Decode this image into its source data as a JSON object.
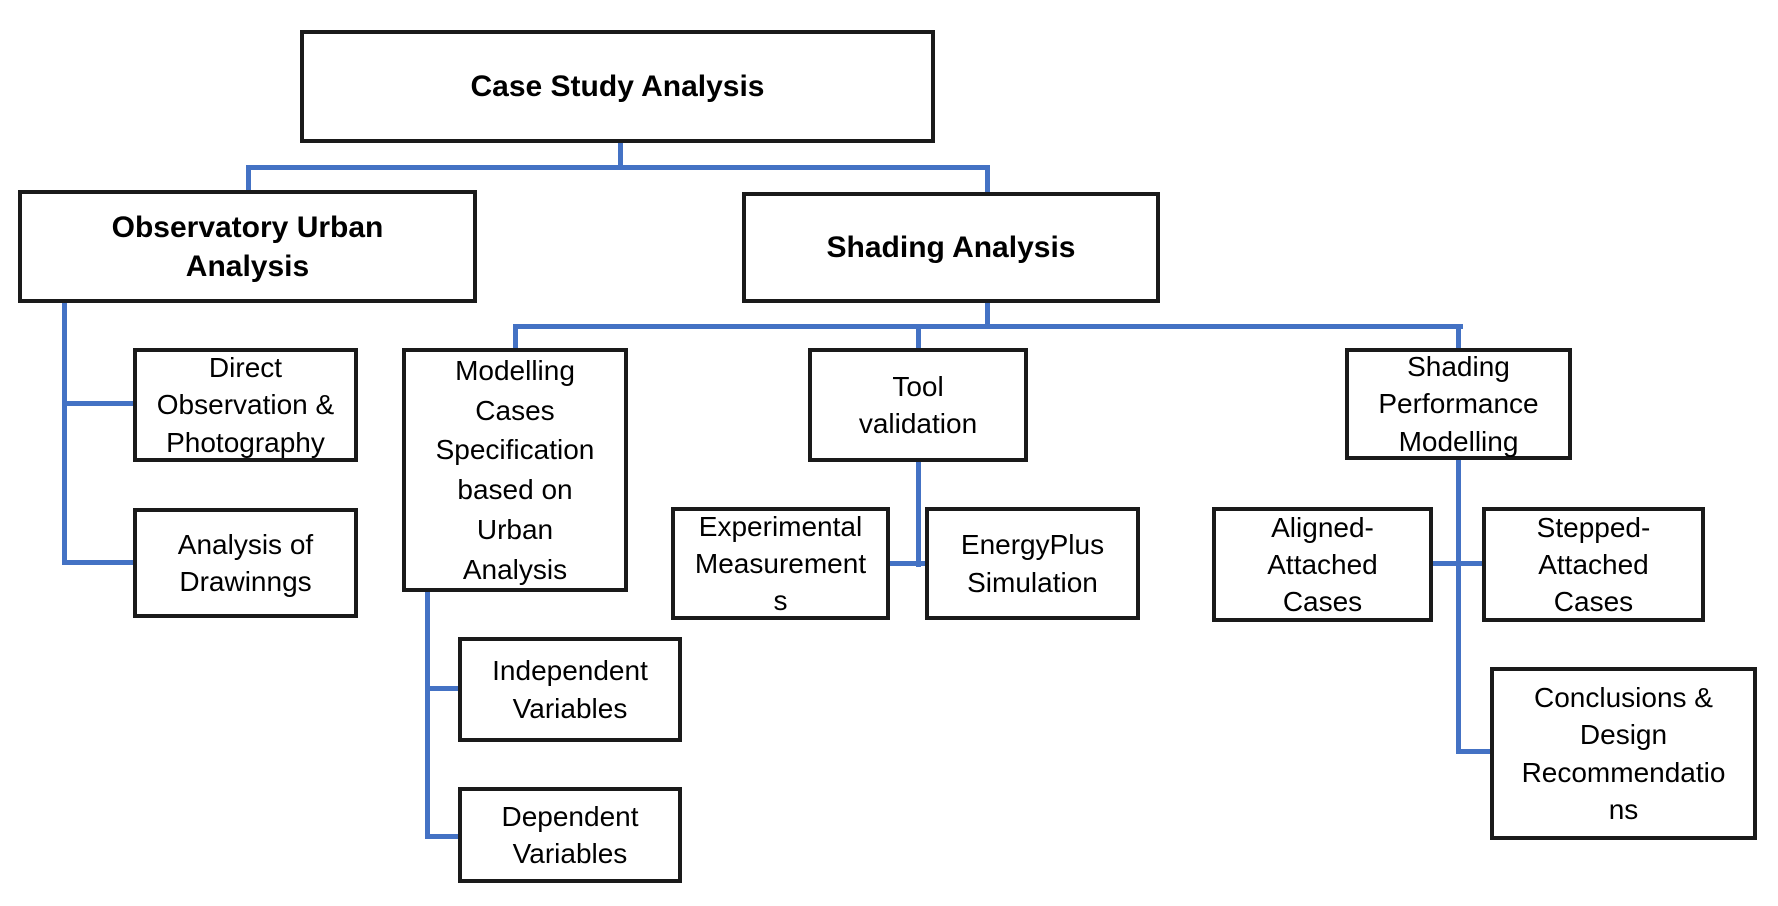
{
  "diagram": {
    "type": "flowchart",
    "title": "Case Study Analysis",
    "colors": {
      "connector": "#4472c4",
      "border": "#1a1a1a",
      "bg": "#ffffff",
      "text": "#000000"
    },
    "nodes": {
      "case_study": {
        "label": "Case Study Analysis"
      },
      "observatory": {
        "label": "Observatory Urban\nAnalysis"
      },
      "shading_analysis": {
        "label": "Shading Analysis"
      },
      "direct_observation": {
        "label": "Direct\nObservation &\nPhotography"
      },
      "analysis_drawings": {
        "label": "Analysis of\nDrawinngs"
      },
      "modelling_cases": {
        "label": "Modelling\nCases\nSpecification\nbased on\nUrban\nAnalysis"
      },
      "tool_validation": {
        "label": "Tool\nvalidation"
      },
      "experimental": {
        "label": "Experimental\nMeasurement\ns"
      },
      "energyplus": {
        "label": "EnergyPlus\nSimulation"
      },
      "shading_performance": {
        "label": "Shading\nPerformance\nModelling"
      },
      "aligned": {
        "label": "Aligned-\nAttached\nCases"
      },
      "stepped": {
        "label": "Stepped-\nAttached\nCases"
      },
      "independent": {
        "label": "Independent\nVariables"
      },
      "dependent": {
        "label": "Dependent\nVariables"
      },
      "conclusions": {
        "label": "Conclusions &\nDesign\nRecommendatio\nns"
      }
    },
    "edges": [
      [
        "case_study",
        "observatory"
      ],
      [
        "case_study",
        "shading_analysis"
      ],
      [
        "observatory",
        "direct_observation"
      ],
      [
        "observatory",
        "analysis_drawings"
      ],
      [
        "shading_analysis",
        "modelling_cases"
      ],
      [
        "shading_analysis",
        "tool_validation"
      ],
      [
        "shading_analysis",
        "shading_performance"
      ],
      [
        "modelling_cases",
        "independent"
      ],
      [
        "modelling_cases",
        "dependent"
      ],
      [
        "tool_validation",
        "experimental"
      ],
      [
        "tool_validation",
        "energyplus"
      ],
      [
        "shading_performance",
        "aligned"
      ],
      [
        "shading_performance",
        "stepped"
      ],
      [
        "shading_performance",
        "conclusions"
      ]
    ]
  }
}
